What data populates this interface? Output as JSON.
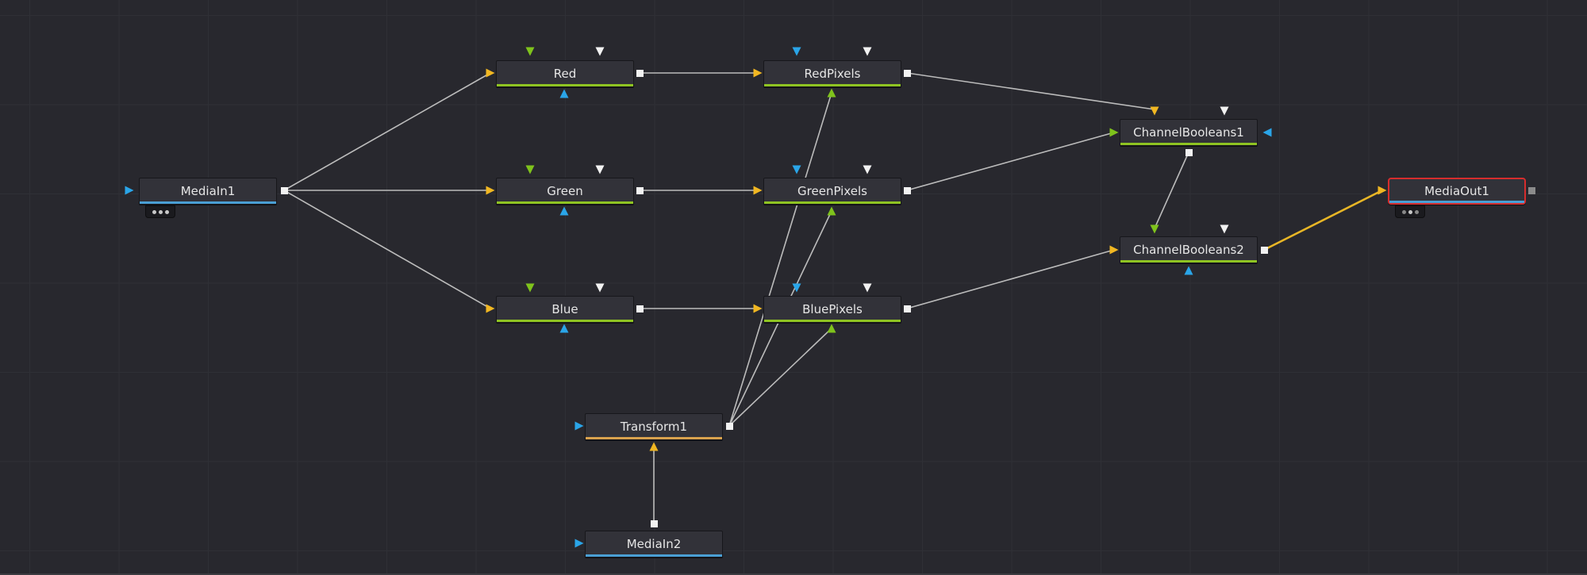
{
  "colors": {
    "background": "#28282e",
    "wire": "#bcbcbc",
    "wire_active": "#e8b626",
    "input_yellow": "#f1b722",
    "input_green": "#7fc31c",
    "input_blue": "#2aa5e8",
    "input_white": "#f2f2f2",
    "stripe_green": "#8fc422",
    "stripe_blue": "#4a9fd4",
    "stripe_orange": "#d9a24e",
    "selected_border": "#d62d2d"
  },
  "nodes": [
    {
      "id": "MediaIn1",
      "label": "MediaIn1",
      "stripe": "blue",
      "cache": true
    },
    {
      "id": "Red",
      "label": "Red",
      "stripe": "green"
    },
    {
      "id": "Green",
      "label": "Green",
      "stripe": "green"
    },
    {
      "id": "Blue",
      "label": "Blue",
      "stripe": "green"
    },
    {
      "id": "RedPixels",
      "label": "RedPixels",
      "stripe": "green"
    },
    {
      "id": "GreenPixels",
      "label": "GreenPixels",
      "stripe": "green"
    },
    {
      "id": "BluePixels",
      "label": "BluePixels",
      "stripe": "green"
    },
    {
      "id": "ChannelBooleans1",
      "label": "ChannelBooleans1",
      "stripe": "green"
    },
    {
      "id": "ChannelBooleans2",
      "label": "ChannelBooleans2",
      "stripe": "green"
    },
    {
      "id": "Transform1",
      "label": "Transform1",
      "stripe": "orange"
    },
    {
      "id": "MediaIn2",
      "label": "MediaIn2",
      "stripe": "blue"
    },
    {
      "id": "MediaOut1",
      "label": "MediaOut1",
      "stripe": "blue",
      "selected": true,
      "cache": true
    }
  ],
  "connections": [
    {
      "from": "MediaIn1",
      "to": "Red"
    },
    {
      "from": "MediaIn1",
      "to": "Green"
    },
    {
      "from": "MediaIn1",
      "to": "Blue"
    },
    {
      "from": "Red",
      "to": "RedPixels"
    },
    {
      "from": "Green",
      "to": "GreenPixels"
    },
    {
      "from": "Blue",
      "to": "BluePixels"
    },
    {
      "from": "RedPixels",
      "to": "ChannelBooleans1"
    },
    {
      "from": "GreenPixels",
      "to": "ChannelBooleans1"
    },
    {
      "from": "BluePixels",
      "to": "ChannelBooleans2"
    },
    {
      "from": "ChannelBooleans1",
      "to": "ChannelBooleans2"
    },
    {
      "from": "ChannelBooleans2",
      "to": "MediaOut1",
      "active": true
    },
    {
      "from": "MediaIn2",
      "to": "Transform1"
    },
    {
      "from": "Transform1",
      "to": "RedPixels"
    },
    {
      "from": "Transform1",
      "to": "GreenPixels"
    },
    {
      "from": "Transform1",
      "to": "BluePixels"
    }
  ]
}
